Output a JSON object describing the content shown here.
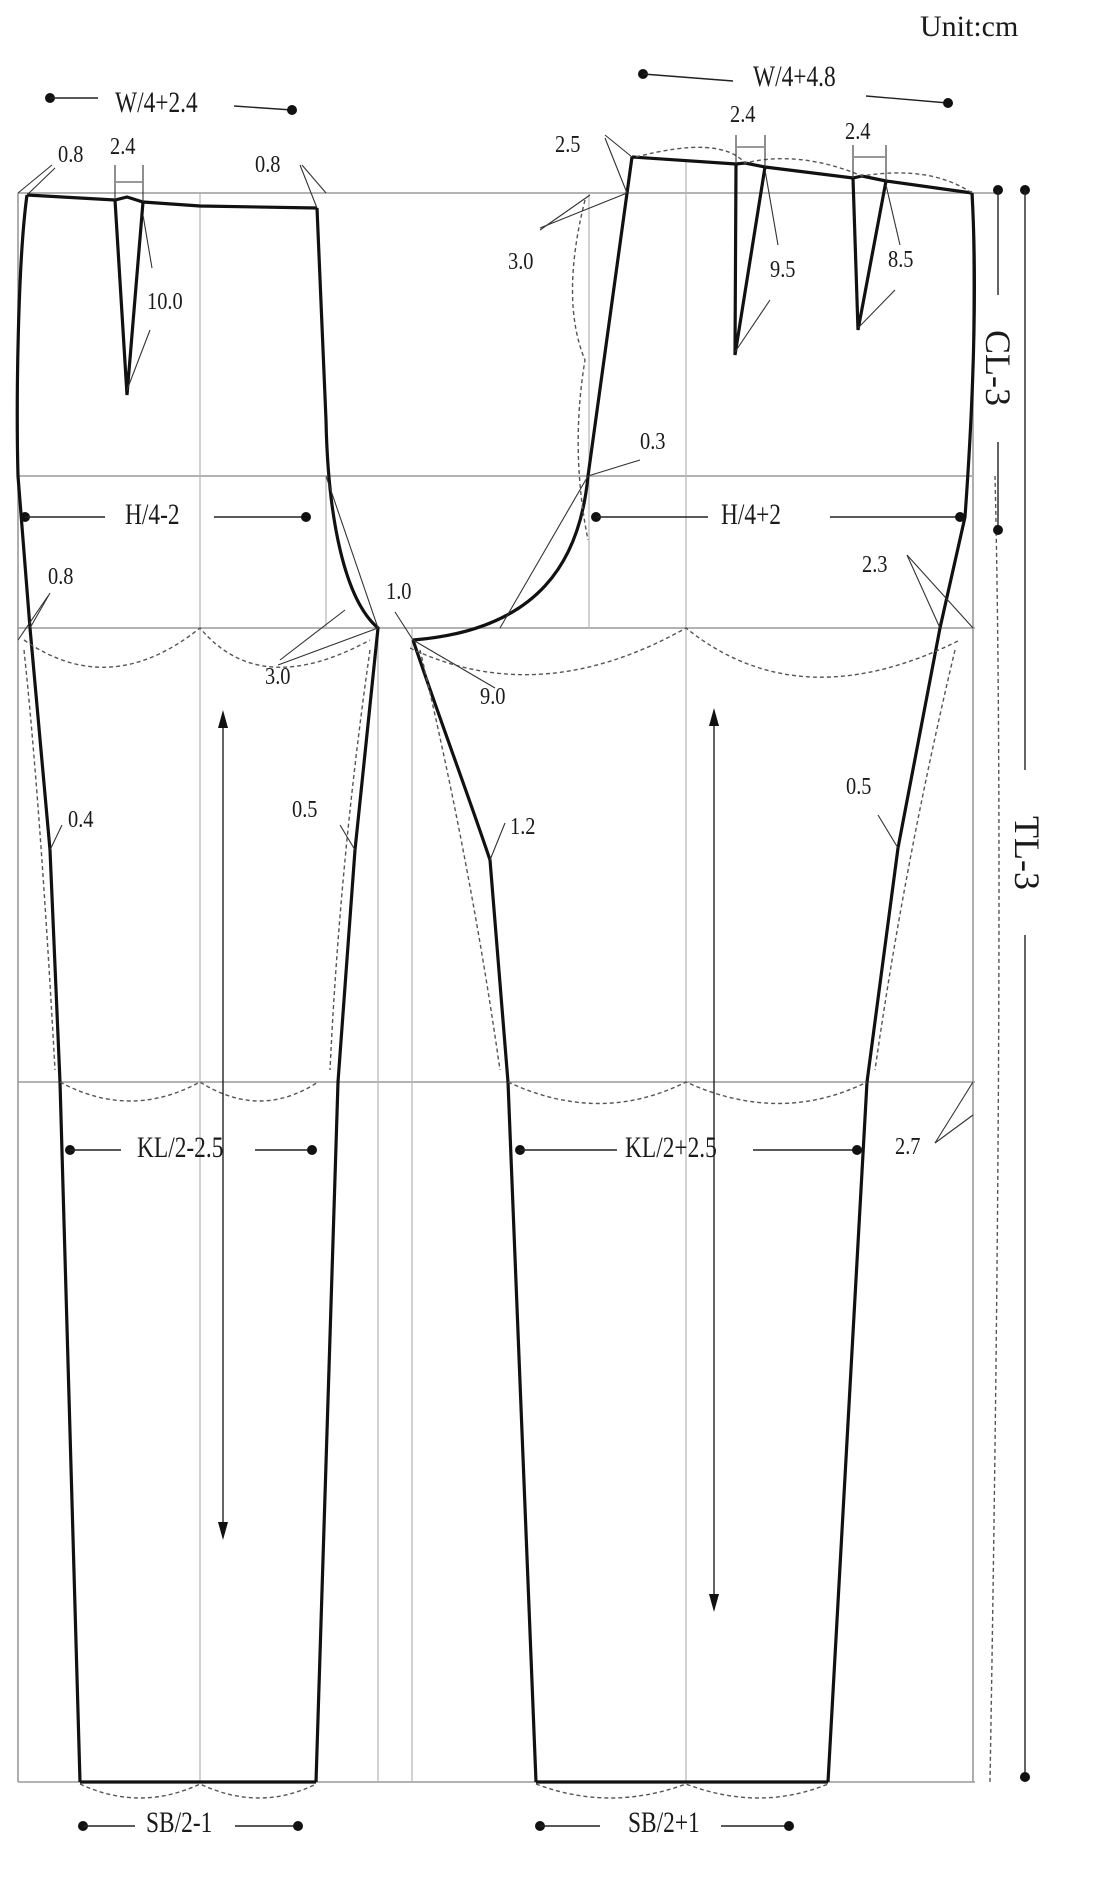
{
  "unit_label": "Unit:cm",
  "front_piece": {
    "waist_label": "W/4+2.4",
    "hip_label": "H/4-2",
    "knee_label": "KL/2-2.5",
    "hem_label": "SB/2-1",
    "annotations": {
      "side_waist_raise": "0.8",
      "dart_width": "2.4",
      "center_waist_offset": "0.8",
      "dart_length": "10.0",
      "side_hip_offset": "0.8",
      "crotch_extension": "3.0",
      "crotch_point_offset": "1.0",
      "outseam_curve": "0.4",
      "inseam_curve": "0.5"
    }
  },
  "back_piece": {
    "waist_label": "W/4+4.8",
    "hip_label": "H/4+2",
    "knee_label": "KL/2+2.5",
    "hem_label": "SB/2+1",
    "annotations": {
      "waist_raise": "2.5",
      "center_back_offset": "3.0",
      "dart1_width": "2.4",
      "dart1_length": "9.5",
      "dart2_width": "2.4",
      "dart2_length": "8.5",
      "hip_offset": "0.3",
      "side_offset": "2.3",
      "crotch_extension": "9.0",
      "inseam_curve": "1.2",
      "outseam_curve": "0.5",
      "knee_side": "2.7"
    }
  },
  "dimensions": {
    "crotch_length": "CL-3",
    "trouser_length": "TL-3"
  }
}
